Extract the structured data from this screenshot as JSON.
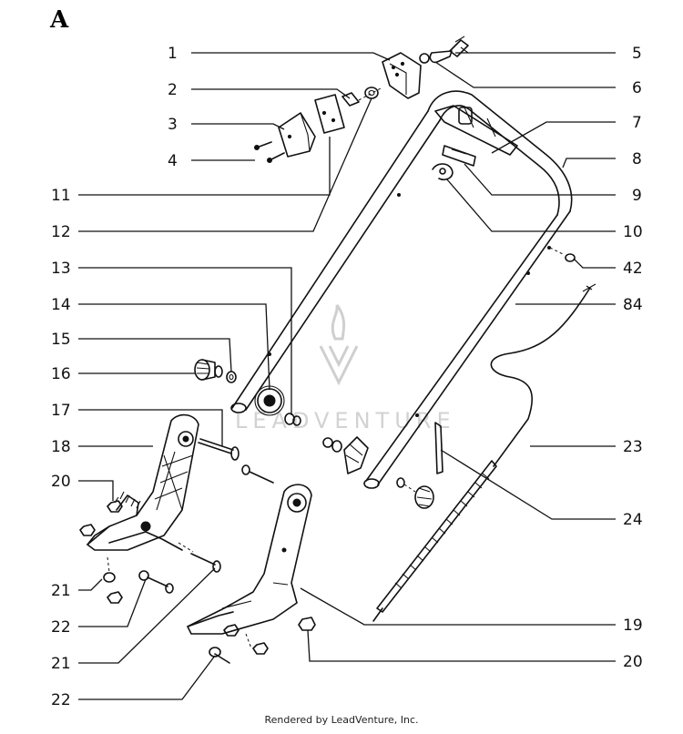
{
  "diagram": {
    "section_letter": "A",
    "watermark_text": "LEADVENTURE",
    "footer_text": "Rendered by LeadVenture, Inc."
  },
  "callouts": {
    "c1": "1",
    "c2": "2",
    "c3": "3",
    "c4": "4",
    "c5": "5",
    "c6": "6",
    "c7": "7",
    "c8": "8",
    "c9": "9",
    "c10": "10",
    "c11": "11",
    "c12": "12",
    "c13": "13",
    "c14": "14",
    "c15": "15",
    "c16": "16",
    "c17": "17",
    "c18": "18",
    "c20a": "20",
    "c21a": "21",
    "c22a": "22",
    "c21b": "21",
    "c22b": "22",
    "c42": "42",
    "c84": "84",
    "c23": "23",
    "c24": "24",
    "c19": "19",
    "c20b": "20"
  }
}
